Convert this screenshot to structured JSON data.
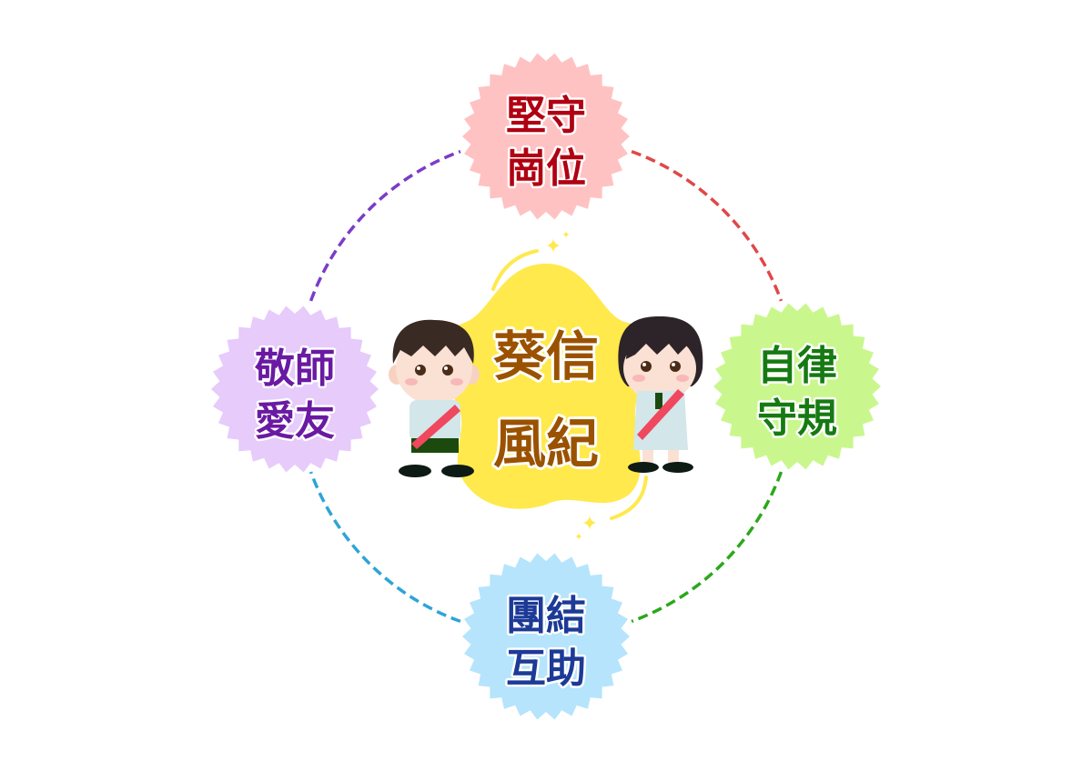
{
  "center": {
    "line1": "葵信",
    "line2": "風紀",
    "color": "#9a5200",
    "blob_color": "#ffe94d"
  },
  "nodes": [
    {
      "id": "top",
      "line1": "堅守",
      "line2": "崗位",
      "bg": "#ffc2c2",
      "fg": "#b00012",
      "arc": "#e04848"
    },
    {
      "id": "right",
      "line1": "自律",
      "line2": "守規",
      "bg": "#c9f78e",
      "fg": "#167a12",
      "arc": "#2aa81a"
    },
    {
      "id": "bottom",
      "line1": "團結",
      "line2": "互助",
      "bg": "#b6e4fc",
      "fg": "#1c3a96",
      "arc": "#2ea4d6"
    },
    {
      "id": "left",
      "line1": "敬師",
      "line2": "愛友",
      "bg": "#e6cbfb",
      "fg": "#6a1aa2",
      "arc": "#7a3cc8"
    }
  ]
}
